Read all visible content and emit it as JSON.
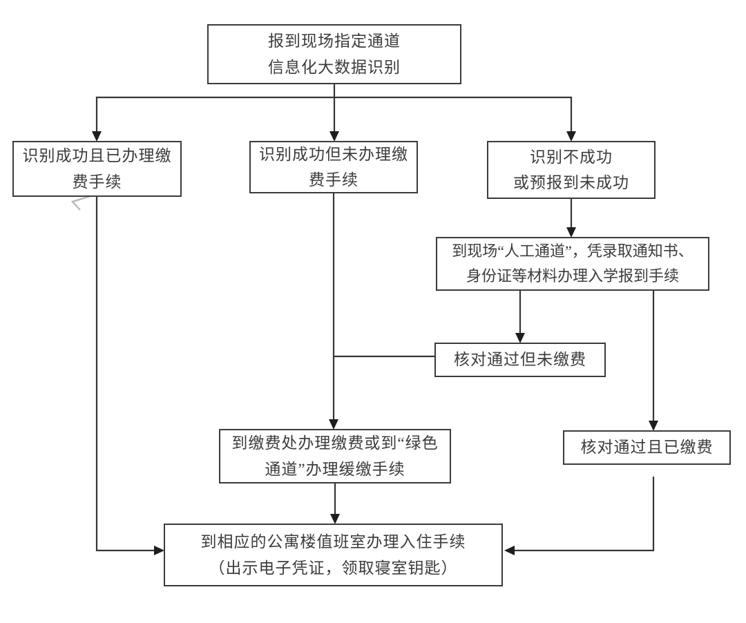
{
  "diagram": {
    "type": "flowchart",
    "language": "zh-CN",
    "colors": {
      "background": "#ffffff",
      "line": "#353535",
      "box_border": "#3a3a3a",
      "text": "#3c3c3c"
    },
    "nodes": {
      "start": {
        "lines": [
          "报到现场指定通道",
          "信息化大数据识别"
        ]
      },
      "recognized_paid": {
        "lines": [
          "识别成功且已办理缴",
          "费手续"
        ]
      },
      "recognized_unpaid": {
        "lines": [
          "识别成功但未办理缴",
          "费手续"
        ]
      },
      "not_recognized": {
        "lines": [
          "识别不成功",
          "或预报到未成功"
        ]
      },
      "manual_channel": {
        "lines": [
          "到现场“人工通道”，凭录取通知书、",
          "身份证等材料办理入学报到手续"
        ]
      },
      "verified_unpaid": {
        "lines": [
          "核对通过但未缴费"
        ]
      },
      "pay_office": {
        "lines": [
          "到缴费处办理缴费或到“绿色",
          "通道”办理缓缴手续"
        ]
      },
      "verified_paid": {
        "lines": [
          "核对通过且已缴费"
        ]
      },
      "checkin": {
        "lines": [
          "到相应的公寓楼值班室办理入住手续",
          "（出示电子凭证，领取寝室钥匙）"
        ]
      }
    },
    "edges": [
      {
        "from": "start",
        "to": "recognized_paid",
        "arrow": true
      },
      {
        "from": "start",
        "to": "recognized_unpaid",
        "arrow": true
      },
      {
        "from": "start",
        "to": "not_recognized",
        "arrow": true
      },
      {
        "from": "not_recognized",
        "to": "manual_channel",
        "arrow": true
      },
      {
        "from": "manual_channel",
        "to": "verified_unpaid",
        "arrow": true
      },
      {
        "from": "manual_channel",
        "to": "verified_paid",
        "arrow": true
      },
      {
        "from": "verified_unpaid",
        "to": "recognized_unpaid_path_join",
        "arrow": false
      },
      {
        "from": "recognized_unpaid",
        "to": "pay_office",
        "arrow": true
      },
      {
        "from": "pay_office",
        "to": "checkin",
        "arrow": true
      },
      {
        "from": "verified_paid",
        "to": "checkin",
        "arrow": true
      },
      {
        "from": "recognized_paid",
        "to": "checkin",
        "arrow": true
      }
    ]
  }
}
